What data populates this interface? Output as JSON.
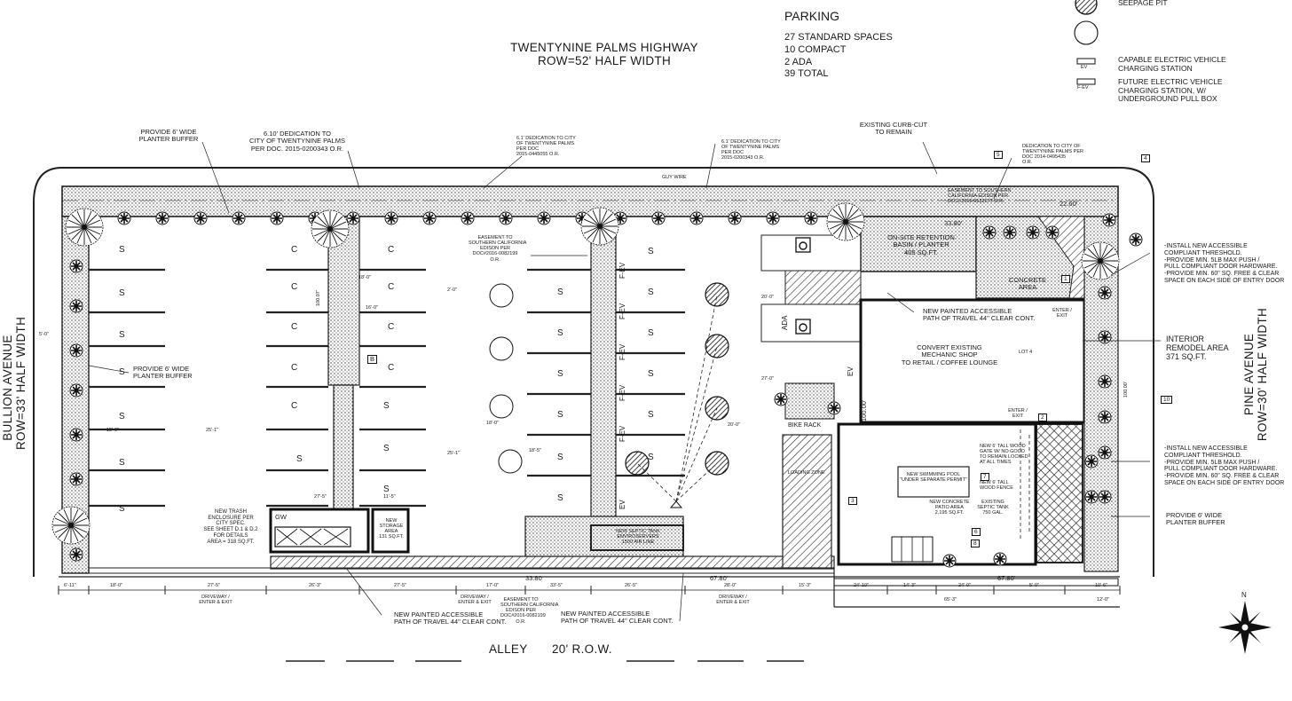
{
  "street_labels": {
    "north": [
      "TWENTYNINE PALMS HIGHWAY",
      "ROW=52' HALF WIDTH"
    ],
    "west": [
      "BULLION AVENUE",
      "ROW=33' HALF WIDTH"
    ],
    "east": [
      "PINE AVENUE",
      "ROW=30' HALF WIDTH"
    ],
    "south": "ALLEY",
    "south_row": "20' R.O.W."
  },
  "parking": {
    "heading": "PARKING",
    "lines": [
      "27 STANDARD SPACES",
      "10 COMPACT",
      "2 ADA",
      "39 TOTAL"
    ]
  },
  "legend": {
    "seepage_pit": [
      "SEEPAGE PIT"
    ],
    "ev": [
      "CAPABLE ELECTRIC VEHICLE",
      "CHARGING STATION"
    ],
    "fev": [
      "FUTURE ELECTRIC VEHICLE",
      "CHARGING STATION, W/",
      "UNDERGROUND PULL BOX"
    ],
    "ev_code": "EV",
    "fev_code": "F-EV"
  },
  "callouts": {
    "planter_top": [
      "PROVIDE 6' WIDE",
      "PLANTER BUFFER"
    ],
    "dedication_top": [
      "6.10' DEDICATION TO",
      "CITY OF TWENTYNINE PALMS",
      "PER DOC. 2015-0200343 O.R."
    ],
    "dedication_small_1": [
      "6.1' DEDICATION TO CITY",
      "OF TWENTYNINE PALMS",
      "PER DOC",
      "2015-0445055 O.R."
    ],
    "dedication_small_2": [
      "6.1' DEDICATION TO CITY",
      "OF TWENTYNINE PALMS",
      "PER DOC",
      "2015-0200343 O.R."
    ],
    "dedication_small_3": [
      "DEDICATION TO CITY OF",
      "TWENTYNINE PALMS PER",
      "DOC 2014-0495435",
      "O.R."
    ],
    "existing_curb": [
      "EXISTING CURB-CUT",
      "TO REMAIN"
    ],
    "easement_top": [
      "EASEMENT TO SOUTHERN",
      "CALIFORNIA EDISON PER",
      "DOC#2016-0182677 O.R."
    ],
    "retention": [
      "ON-SITE RETENTION",
      "BASIN / PLANTER",
      "405 SQ.FT."
    ],
    "concrete_area": [
      "CONCRETE",
      "AREA"
    ],
    "painted_path_1": [
      "NEW PAINTED ACCESSIBLE",
      "PATH OF TRAVEL 44\" CLEAR CONT."
    ],
    "planter_west": [
      "PROVIDE 6' WIDE",
      "PLANTER BUFFER"
    ],
    "easement_mid": [
      "EASEMENT TO",
      "SOUTHERN CALIFORNIA",
      "EDISON PER",
      "DOC#2016-0082199",
      "O.R."
    ],
    "convert": [
      "CONVERT EXISTING",
      "MECHANIC SHOP",
      "TO RETAIL / COFFEE LOUNGE"
    ],
    "lot": "LOT 4",
    "enter_exit_1": [
      "ENTER /",
      "EXIT"
    ],
    "enter_exit_2": [
      "ENTER /",
      "EXIT"
    ],
    "interior": [
      "INTERIOR",
      "REMODEL AREA",
      "371 SQ.FT."
    ],
    "install_1": [
      "-INSTALL NEW ACCESSIBLE",
      "COMPLIANT THRESHOLD.",
      "-PROVIDE MIN. 5LB MAX PUSH /",
      "PULL COMPLIANT DOOR HARDWARE.",
      "-PROVIDE MIN. 60\" SQ. FREE & CLEAR",
      "SPACE ON EACH SIDE OF ENTRY DOOR"
    ],
    "install_2": [
      "-INSTALL NEW ACCESSIBLE",
      "COMPLIANT THRESHOLD.",
      "-PROVIDE MIN. 5LB MAX PUSH /",
      "PULL COMPLIANT DOOR HARDWARE.",
      "-PROVIDE MIN. 60\" SQ. FREE & CLEAR",
      "SPACE ON EACH SIDE OF ENTRY DOOR"
    ],
    "planter_east": [
      "PROVIDE 6' WIDE",
      "PLANTER BUFFER"
    ],
    "bike_rack": "BIKE RACK",
    "loading": "LOADING ZONE",
    "pool": [
      "NEW SWIMMING POOL",
      "\"UNDER SEPARATE PERMIT\""
    ],
    "concrete_patio": [
      "NEW CONCRETE",
      "PATIO AREA",
      "2,195 SQ.FT."
    ],
    "septic": [
      "EXISTING",
      "SEPTIC TANK",
      "750 GAL."
    ],
    "septic_new": [
      "NEW SEPTIC TANK",
      "ENVIROSERVERS",
      "1500 AIR LINE"
    ],
    "fence": [
      "NEW 6' TALL WOOD",
      "GATE W/ NO GOOD",
      "TO REMAIN LOCKED",
      "AT ALL TIMES"
    ],
    "wood_fence": [
      "NEW 6' TALL",
      "WOOD FENCE"
    ],
    "trash": [
      "NEW TRASH",
      "ENCLOSURE PER",
      "CITY SPEC.",
      "SEE SHEET D.1 & D.2",
      "FOR DETAILS",
      "AREA = 318 SQ.FT."
    ],
    "storage": [
      "NEW",
      "STORAGE",
      "AREA",
      "131 SQ.FT."
    ],
    "gw": "GW",
    "driveway_1": [
      "DRIVEWAY /",
      "ENTER & EXIT"
    ],
    "driveway_2": [
      "DRIVEWAY /",
      "ENTER & EXIT"
    ],
    "driveway_3": [
      "DRIVEWAY /",
      "ENTER & EXIT"
    ],
    "easement_bottom": [
      "EASEMENT TO",
      "SOUTHERN CALIFORNIA",
      "EDISON PER",
      "DOC#2016-0082199",
      "O.R."
    ],
    "painted_path_2": [
      "NEW PAINTED ACCESSIBLE",
      "PATH OF TRAVEL 44\" CLEAR CONT."
    ],
    "painted_path_3": [
      "NEW PAINTED ACCESSIBLE",
      "PATH OF TRAVEL 44\" CLEAR CONT."
    ],
    "guy_wire": "GUY WIRE",
    "tag_b": "B"
  },
  "dimensions": {
    "d_3380_top": "33.80'",
    "d_2260": "22.60'",
    "d_3380_bot": "33.80",
    "d_6780_a": "67.80'",
    "d_6780_b": "67.80'",
    "d_10007": "100.07'",
    "d_10000_a": "100.00'",
    "d_10000_b": "100.00'",
    "d_10000_c": "100.00'",
    "bottom_chain": [
      "6'-11\"",
      "18'-0\"",
      "27'-5\"",
      "26'-3\"",
      "27'-5\"",
      "17'-0\"",
      "33'-5\"",
      "26'-5\"",
      "28'-0\"",
      "15'-3\"",
      "24'-10\"",
      "14'-3\"",
      "24'-0\"",
      "5'-0\"",
      "10'-6\""
    ],
    "row2": [
      "65'-3\"",
      "12'-0\""
    ],
    "misc": [
      "5'-0\"",
      "15'-0\"",
      "25'-1\"",
      "18'-0\"",
      "16'-0\"",
      "20'-0\"",
      "18'-0\"",
      "18'-5\"",
      "27'-5\"",
      "11'-5\"",
      "2'-0\"",
      "25'-1\"",
      "20'-0\"",
      "27'-0\""
    ]
  },
  "stall_labels": {
    "s": "S",
    "c": "C",
    "ev": "EV",
    "fev": "F-EV",
    "ada": "ADA"
  },
  "keynotes": [
    "1",
    "2",
    "3",
    "4",
    "5",
    "6",
    "7",
    "8",
    "10"
  ],
  "compass": "N",
  "colors": {
    "ink": "#1a1a1a",
    "paper": "#ffffff",
    "hatch": "#2a2a2a"
  }
}
